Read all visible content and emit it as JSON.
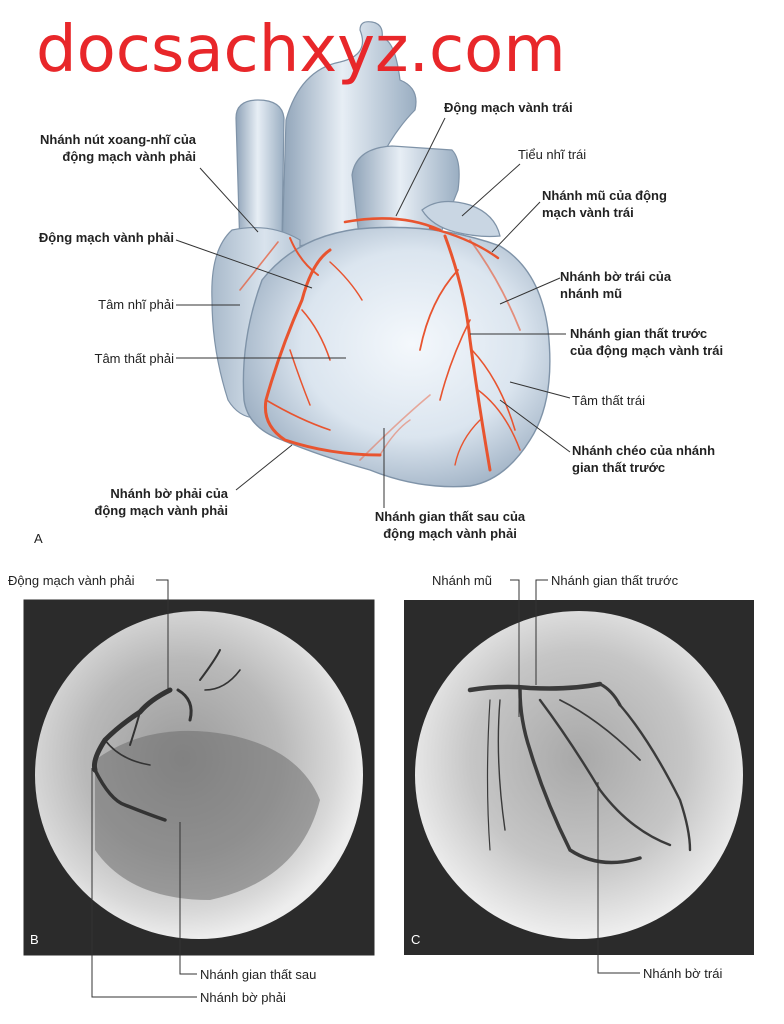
{
  "watermark": "docsachxyz.com",
  "panel_a": {
    "letter": "A",
    "labels": {
      "sa_nodal_1": "Nhánh nút xoang-nhĩ của",
      "sa_nodal_2": "động mạch vành phải",
      "rca": "Động mạch vành phải",
      "right_atrium": "Tâm nhĩ phải",
      "right_ventricle": "Tâm thất phải",
      "right_marginal_1": "Nhánh bờ phải của",
      "right_marginal_2": "động mạch vành phải",
      "pda_1": "Nhánh gian thất sau của",
      "pda_2": "động mạch vành phải",
      "lca": "Động mạch vành trái",
      "left_auricle": "Tiểu nhĩ trái",
      "circumflex_1": "Nhánh mũ của động",
      "circumflex_2": "mạch vành trái",
      "left_marginal_1": "Nhánh bờ trái của",
      "left_marginal_2": "nhánh mũ",
      "lad_1": "Nhánh gian thất trước",
      "lad_2": "của động mạch vành trái",
      "left_ventricle": "Tâm thất trái",
      "diagonal_1": "Nhánh chéo của nhánh",
      "diagonal_2": "gian thất trước"
    }
  },
  "panel_b": {
    "letter": "B",
    "labels": {
      "rca": "Động mạch vành phải",
      "pda": "Nhánh gian thất sau",
      "right_marginal": "Nhánh bờ phải"
    }
  },
  "panel_c": {
    "letter": "C",
    "labels": {
      "circumflex": "Nhánh mũ",
      "lad": "Nhánh gian thất trước",
      "left_marginal": "Nhánh bờ trái"
    }
  },
  "colors": {
    "watermark": "#e8272a",
    "artery": "#e8542f",
    "heart_fill": "#dfe8f2",
    "angio_bg": "#2a2a2a"
  }
}
